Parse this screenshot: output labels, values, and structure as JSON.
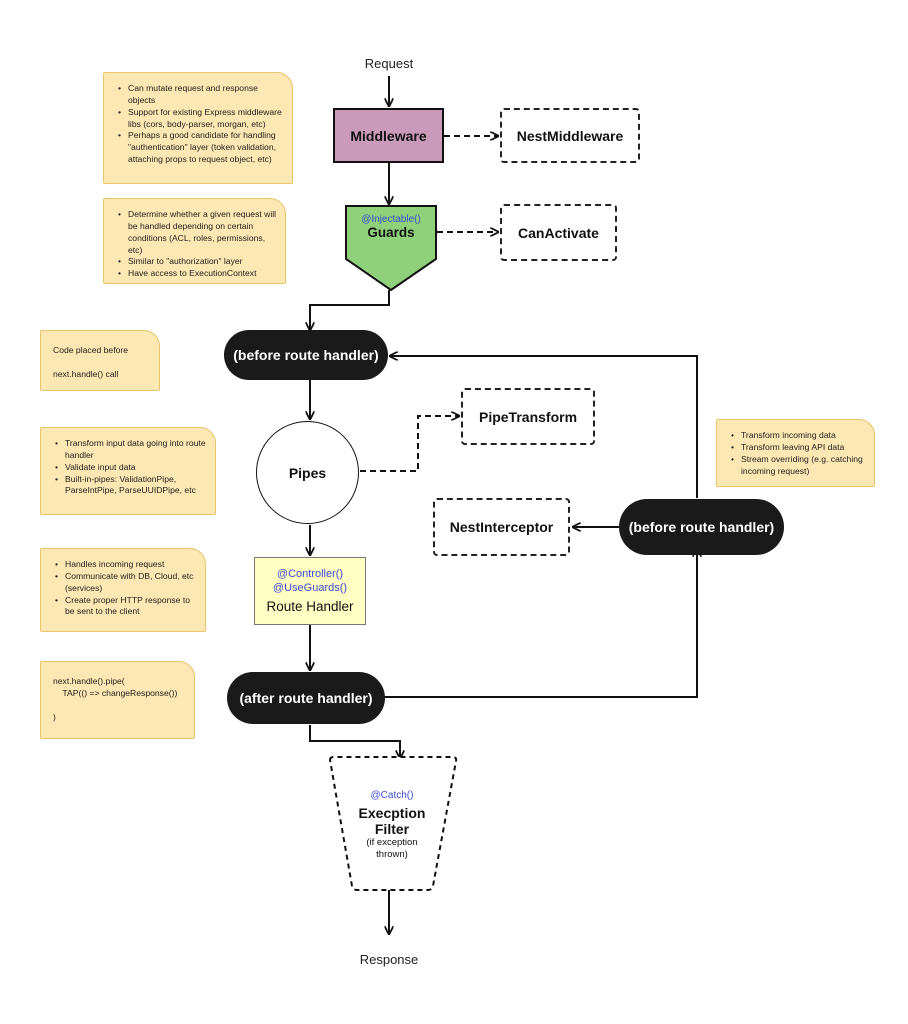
{
  "flow": {
    "request_label": "Request",
    "response_label": "Response"
  },
  "nodes": {
    "middleware": "Middleware",
    "nest_middleware": "NestMiddleware",
    "guards_decorator": "@Injectable()",
    "guards_title": "Guards",
    "can_activate": "CanActivate",
    "before_route_handler_main": "(before route handler)",
    "before_route_handler_interceptor": "(before route handler)",
    "pipes": "Pipes",
    "pipe_transform": "PipeTransform",
    "nest_interceptor": "NestInterceptor",
    "route_handler_decorator_1": "@Controller()",
    "route_handler_decorator_2": "@UseGuards()",
    "route_handler_title": "Route Handler",
    "after_route_handler": "(after route handler)",
    "filter_decorator": "@Catch()",
    "filter_title_1": "Execption",
    "filter_title_2": "Filter",
    "filter_sub_1": "(if exception",
    "filter_sub_2": "thrown)"
  },
  "notes": {
    "middleware": [
      "Can mutate request and response objects",
      "Support for existing Express middleware libs (cors, body-parser, morgan, etc)",
      "Perhaps a good candidate for handling \"authentication\" layer (token validation, attaching props to request object, etc)"
    ],
    "guards": [
      "Determine whether a given request will be handled depending on certain conditions (ACL, roles, permissions, etc)",
      "Similar to \"authorization\" layer",
      "Have access to ExecutionContext"
    ],
    "code_before": "Code placed before\n\nnext.handle() call",
    "pipes": [
      "Transform input data going into route handler",
      "Validate input data",
      "Built-in-pipes: ValidationPipe, ParseIntPipe, ParseUUIDPipe, etc"
    ],
    "route_handler": [
      "Handles incoming request",
      "Communicate with DB, Cloud, etc (services)",
      "Create proper HTTP response to be sent to the client"
    ],
    "code_after": "next.handle().pipe(\n    TAP(() => changeResponse())\n\n)",
    "interceptor": [
      "Transform incoming data",
      "Transform leaving API data",
      "Stream overriding (e.g. catching incoming request)"
    ]
  },
  "colors": {
    "middleware_fill": "#c99ab9",
    "guards_fill": "#8fd07a",
    "note_fill": "#fde8b4",
    "route_handler_fill": "#ffffc4",
    "pill_fill": "#1a1a1a",
    "decorator_text": "#3b4bd6"
  }
}
